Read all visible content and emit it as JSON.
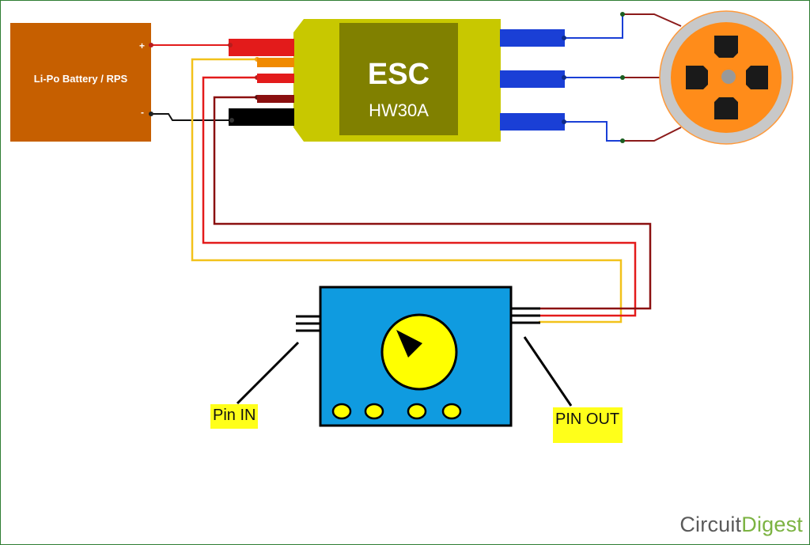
{
  "battery": {
    "label": "Li-Po Battery / RPS",
    "positive_terminal": "+",
    "negative_terminal": "-",
    "color": "#c65f00"
  },
  "esc": {
    "title": "ESC",
    "model": "HW30A",
    "body_color": "#c8c800",
    "panel_color": "#808000"
  },
  "tester": {
    "body_color": "#0f9be0",
    "knob_color": "#ffff00"
  },
  "labels": {
    "pin_in": "Pin IN",
    "pin_out": "PIN OUT"
  },
  "brand": {
    "part1": "Circuit",
    "part2": "Digest"
  },
  "wire_colors": {
    "red": "#e31b1b",
    "orange": "#f08a00",
    "yellow": "#f2c21b",
    "dark_red": "#8b1010",
    "black": "#000000",
    "blue": "#1a3fd6",
    "motor_wire": "#8b1a1a"
  },
  "motor": {
    "outer_color": "#c8c8c8",
    "inner_color": "#ff8c1a",
    "hub_color": "#999999"
  }
}
